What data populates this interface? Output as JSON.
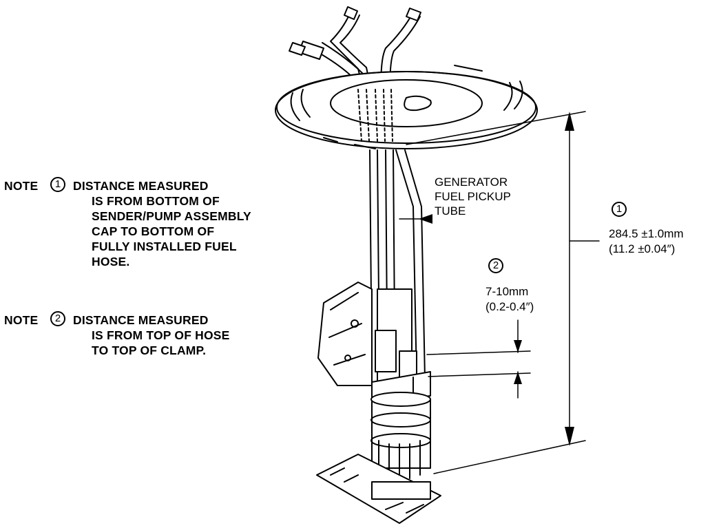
{
  "notes": [
    {
      "word": "NOTE",
      "number": "1",
      "lines": [
        "DISTANCE MEASURED",
        "IS FROM BOTTOM OF",
        "SENDER/PUMP ASSEMBLY",
        "CAP TO BOTTOM OF",
        "FULLY INSTALLED FUEL",
        "HOSE."
      ]
    },
    {
      "word": "NOTE",
      "number": "2",
      "lines": [
        "DISTANCE MEASURED",
        "IS FROM TOP OF HOSE",
        "TO TOP OF CLAMP."
      ]
    }
  ],
  "callout": {
    "lines": [
      "GENERATOR",
      "FUEL PICKUP",
      "TUBE"
    ]
  },
  "dim1": {
    "number": "1",
    "metric": "284.5 ±1.0mm",
    "imperial": "(11.2 ±0.04″)"
  },
  "dim2": {
    "number": "2",
    "metric": "7-10mm",
    "imperial": "(0.2-0.4″)"
  }
}
